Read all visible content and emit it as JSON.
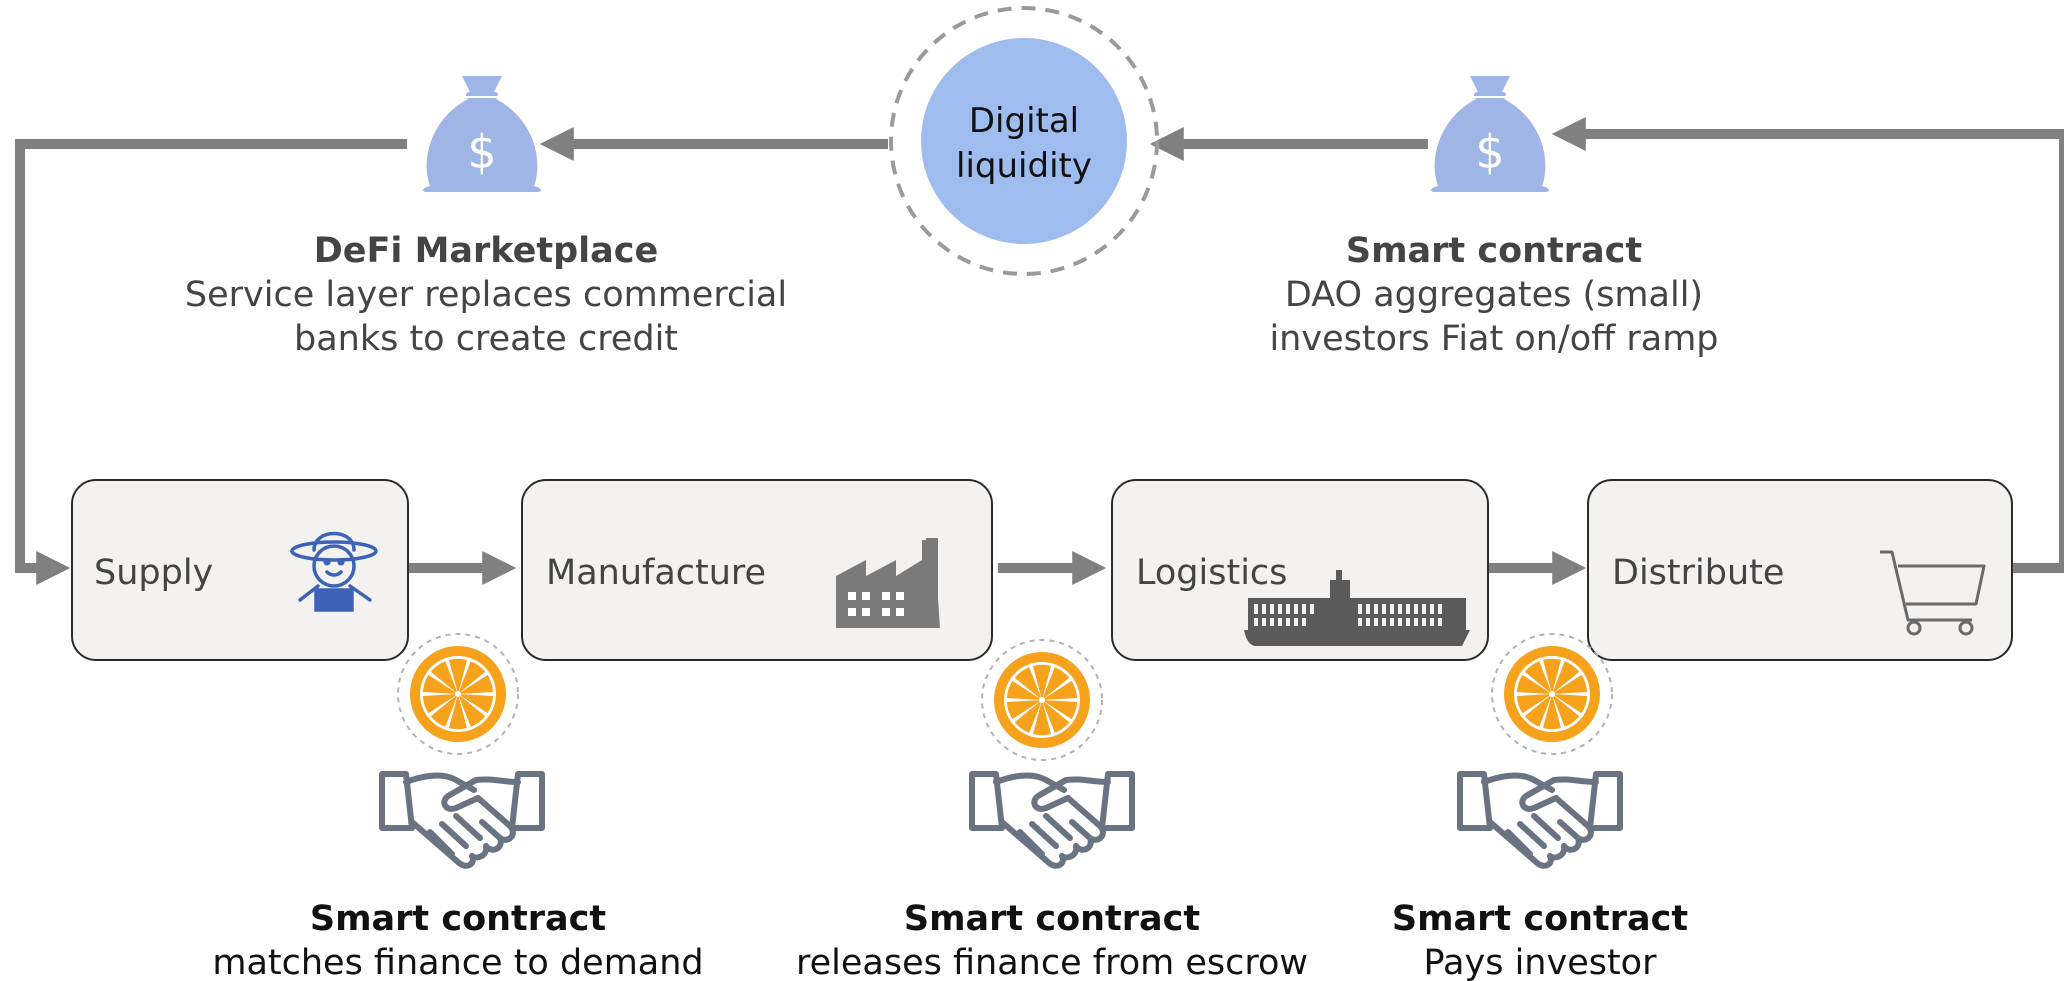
{
  "colors": {
    "arrow": "#808080",
    "box_fill": "#f3f2f1",
    "box_stroke": "#2b2b2b",
    "liquidity_fill": "#9fbcef",
    "money_bag": "#9fb5e6",
    "orange": "#f6a21d",
    "handshake": "#6a7382",
    "dark_text": "#111111",
    "mid_text": "#444444"
  },
  "center_node": {
    "line1": "Digital",
    "line2": "liquidity"
  },
  "defi": {
    "title": "DeFi Marketplace",
    "line1": "Service layer replaces commercial",
    "line2": "banks to create credit",
    "icon": "money-bag-icon",
    "symbol": "$"
  },
  "dao": {
    "title": "Smart contract",
    "line1": "DAO aggregates (small)",
    "line2": "investors Fiat on/off ramp",
    "icon": "money-bag-icon",
    "symbol": "$"
  },
  "stages": [
    {
      "label": "Supply",
      "icon": "farmer-icon"
    },
    {
      "label": "Manufacture",
      "icon": "factory-icon"
    },
    {
      "label": "Logistics",
      "icon": "cargo-ship-icon"
    },
    {
      "label": "Distribute",
      "icon": "shopping-cart-icon"
    }
  ],
  "contracts": [
    {
      "title": "Smart contract",
      "text": "matches finance to demand",
      "icon": "handshake-icon",
      "token": "orange-slice-icon"
    },
    {
      "title": "Smart contract",
      "text": "releases finance from escrow",
      "icon": "handshake-icon",
      "token": "orange-slice-icon"
    },
    {
      "title": "Smart contract",
      "text": "Pays investor",
      "icon": "handshake-icon",
      "token": "orange-slice-icon"
    }
  ]
}
